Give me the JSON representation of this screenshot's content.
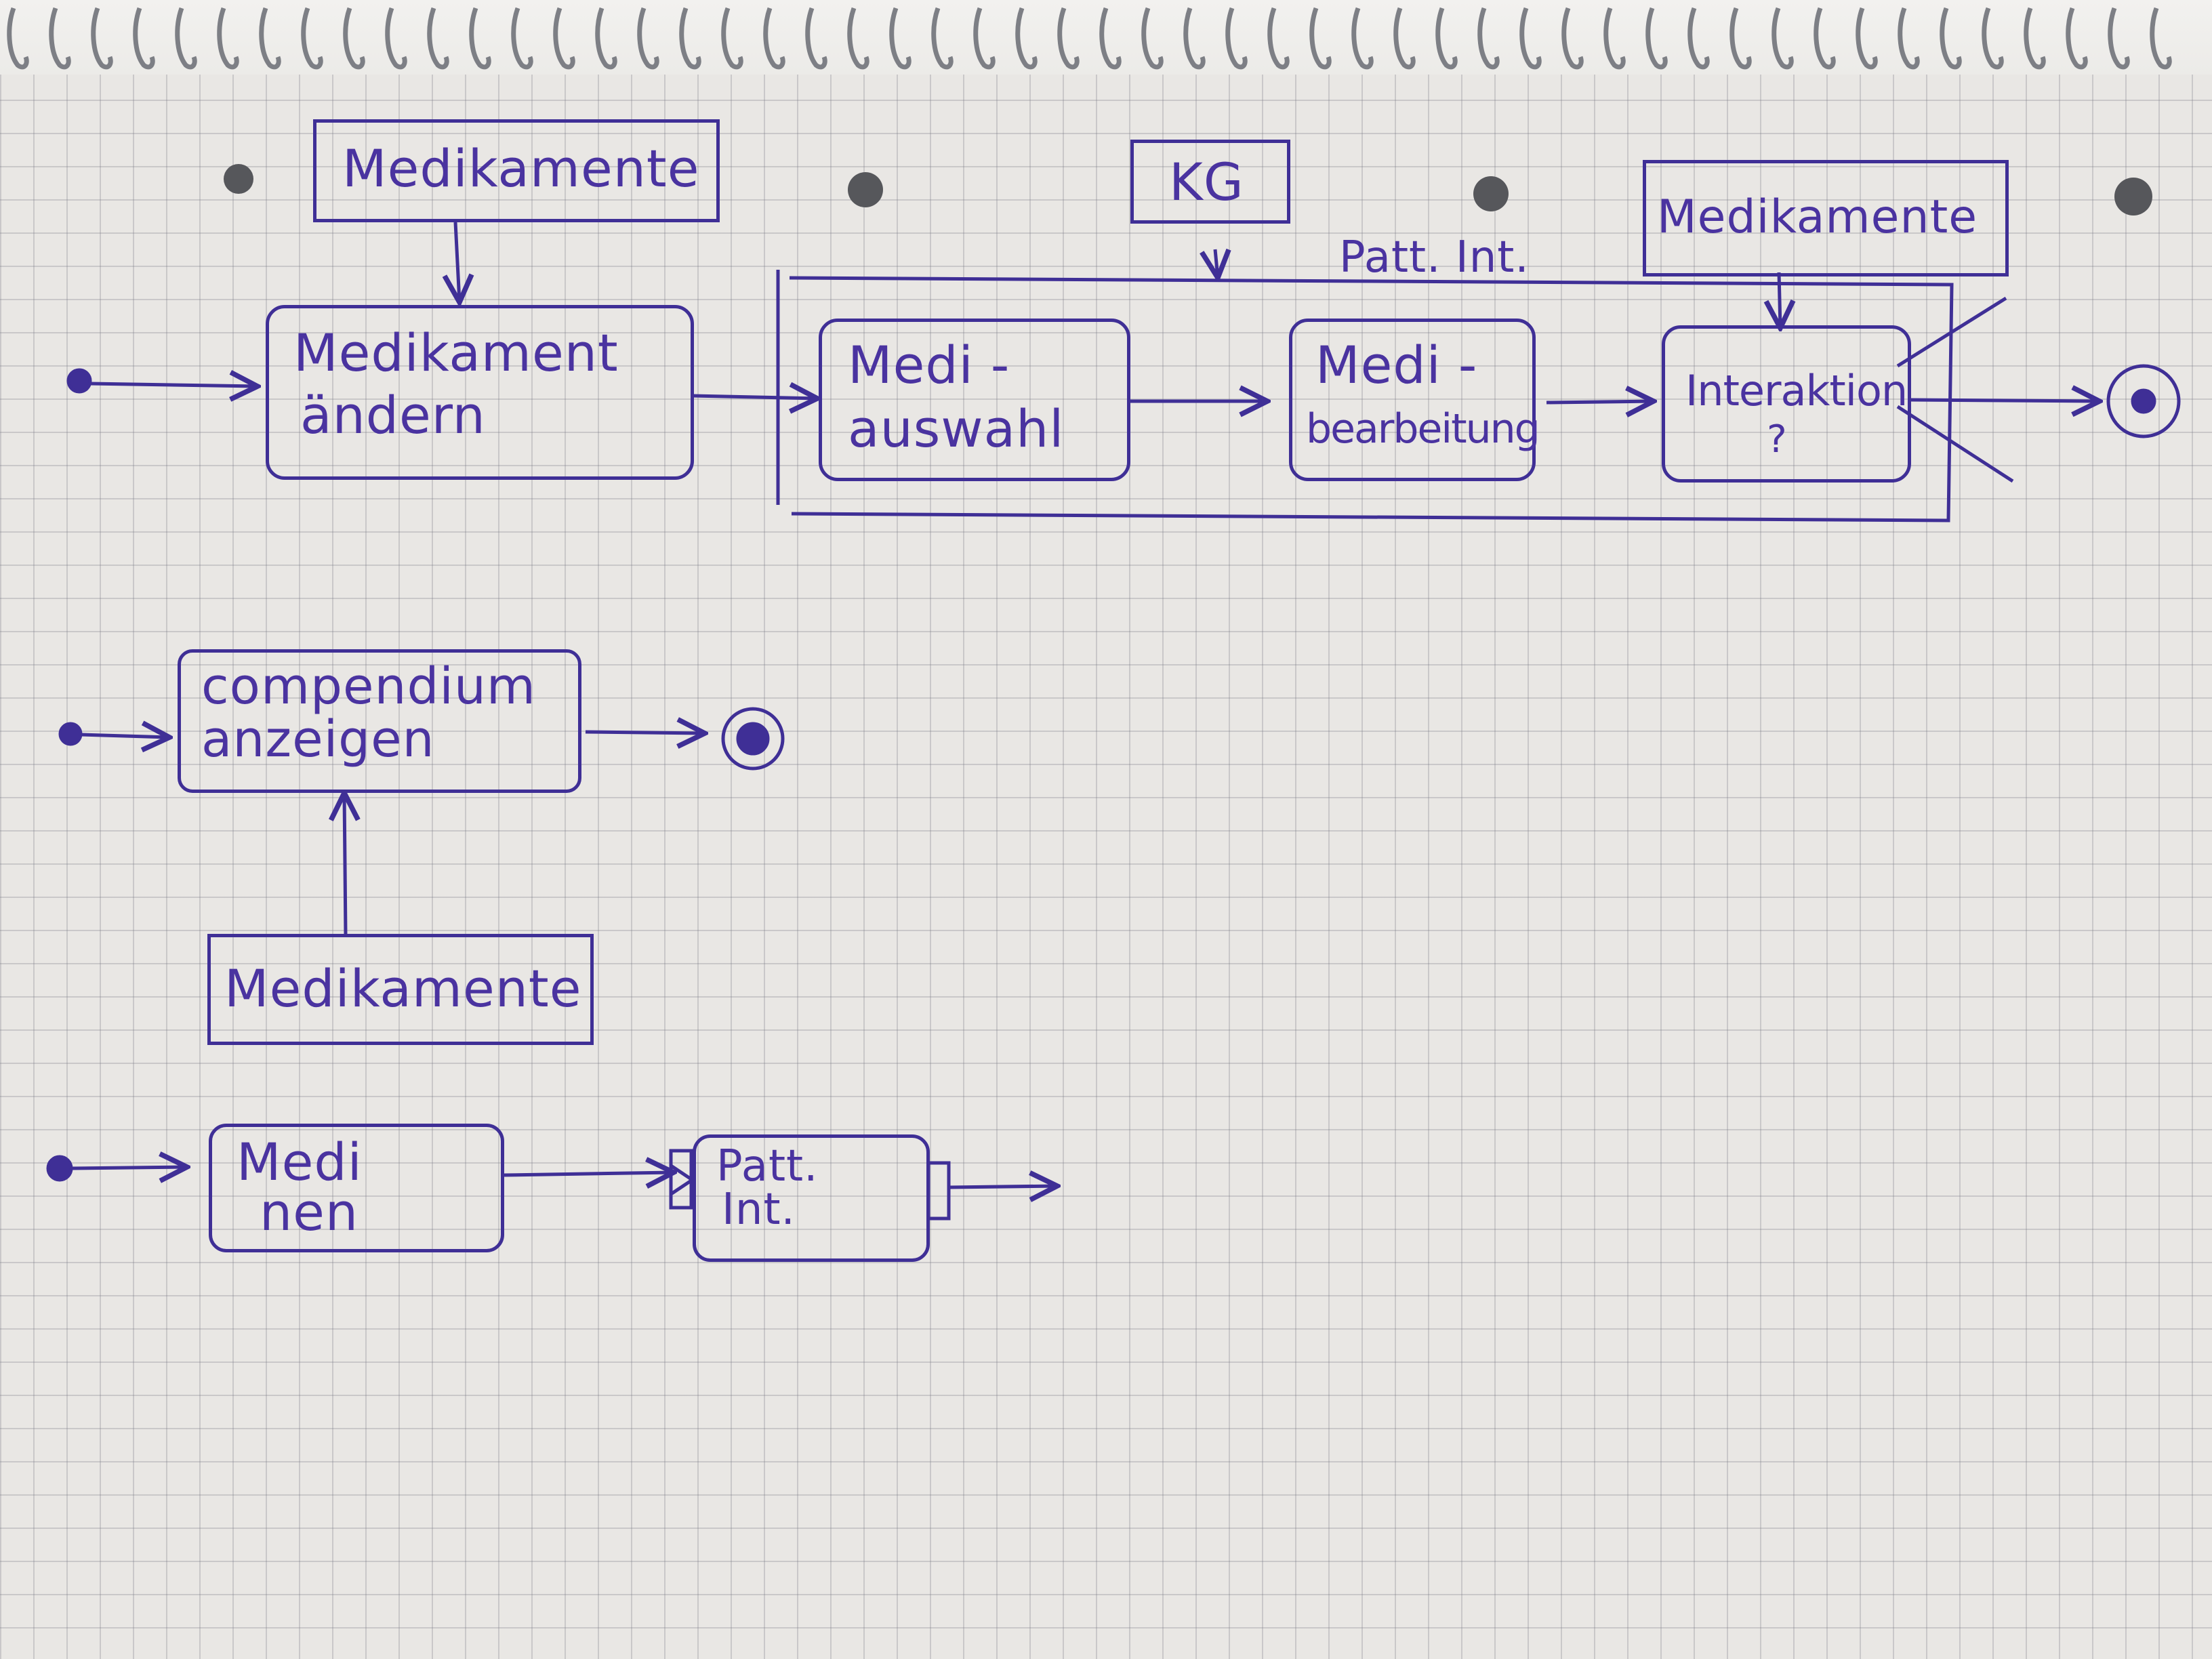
{
  "colors": {
    "ink": "#3f2f96",
    "paper": "#e9e7e4",
    "grid": "#9c9ca6"
  },
  "diagram1": {
    "object_top_left": "Medikamente",
    "action_1": [
      "Medikament",
      "ändern"
    ],
    "object_kg": "KG",
    "region_label": "Patt. Int.",
    "object_top_right": "Medikamente",
    "action_2": [
      "Medi -",
      "auswahl"
    ],
    "action_3": [
      "Medi -",
      "bearbeitung"
    ],
    "action_4": [
      "Interaktion",
      "?"
    ]
  },
  "diagram2": {
    "action": [
      "compendium",
      "anzeigen"
    ],
    "object": "Medikamente"
  },
  "diagram3": {
    "action_1": [
      "Medi",
      "nen"
    ],
    "action_2": [
      "Patt.",
      "Int."
    ]
  }
}
